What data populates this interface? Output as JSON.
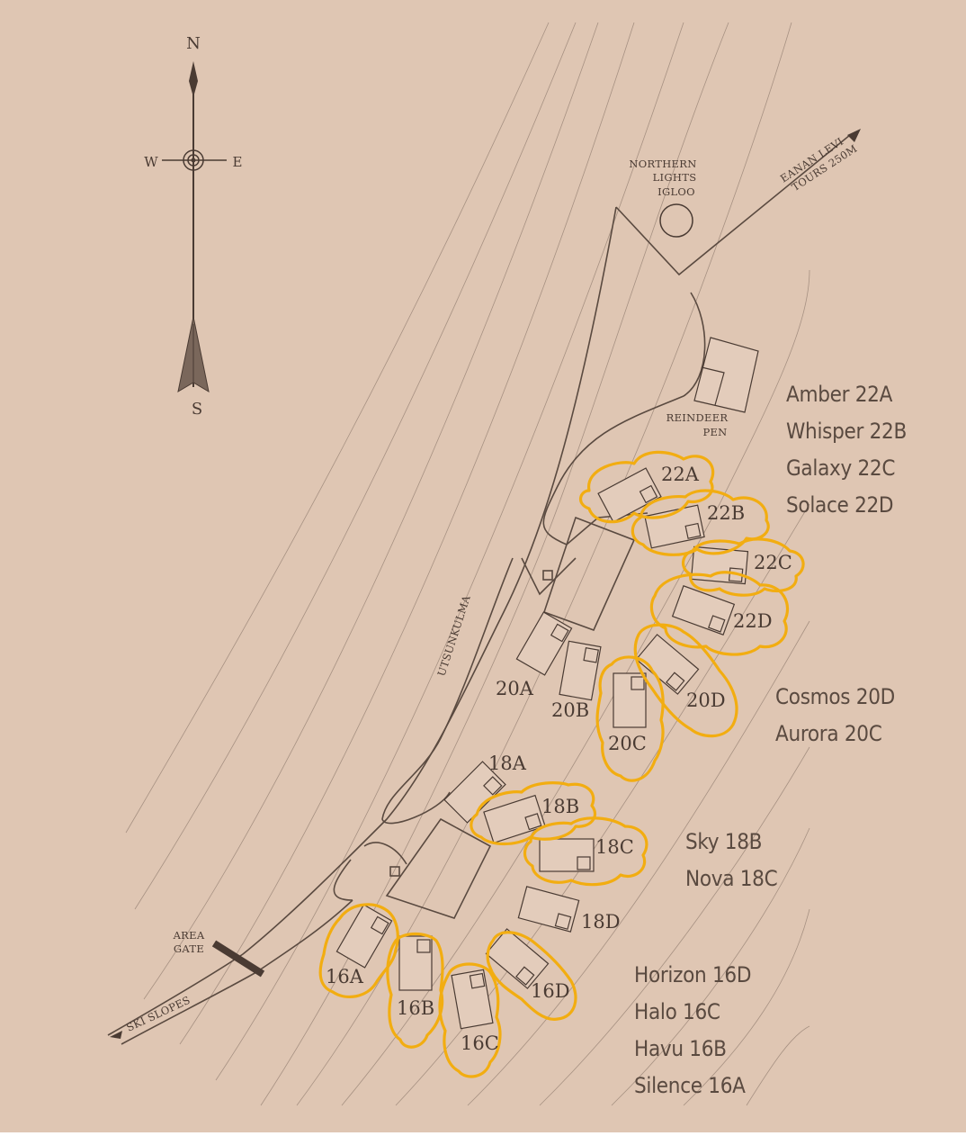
{
  "compass": {
    "n": "N",
    "s": "S",
    "e": "E",
    "w": "W"
  },
  "places": {
    "igloo": [
      "NORTHERN",
      "LIGHTS",
      "IGLOO"
    ],
    "tours": [
      "EANAN LEVI",
      "TOURS 250M"
    ],
    "pen": [
      "REINDEER",
      "PEN"
    ],
    "gate": [
      "AREA",
      "GATE"
    ],
    "slopes": "SKI SLOPES",
    "road": "UTSUNKULMA"
  },
  "cabin_labels": {
    "c22A": "22A",
    "c22B": "22B",
    "c22C": "22C",
    "c22D": "22D",
    "c20A": "20A",
    "c20B": "20B",
    "c20C": "20C",
    "c20D": "20D",
    "c18A": "18A",
    "c18B": "18B",
    "c18C": "18C",
    "c18D": "18D",
    "c16A": "16A",
    "c16B": "16B",
    "c16C": "16C",
    "c16D": "16D"
  },
  "legend": {
    "g22": [
      "Amber 22A",
      "Whisper 22B",
      "Galaxy 22C",
      "Solace 22D"
    ],
    "g20": [
      "Cosmos 20D",
      "Aurora 20C"
    ],
    "g18": [
      "Sky 18B",
      "Nova 18C"
    ],
    "g16": [
      "Horizon 16D",
      "Halo 16C",
      "Havu 16B",
      "Silence 16A"
    ]
  },
  "colors": {
    "background": "#dfc6b3",
    "ink": "#4a3b33",
    "highlight": "#f2ad11"
  }
}
